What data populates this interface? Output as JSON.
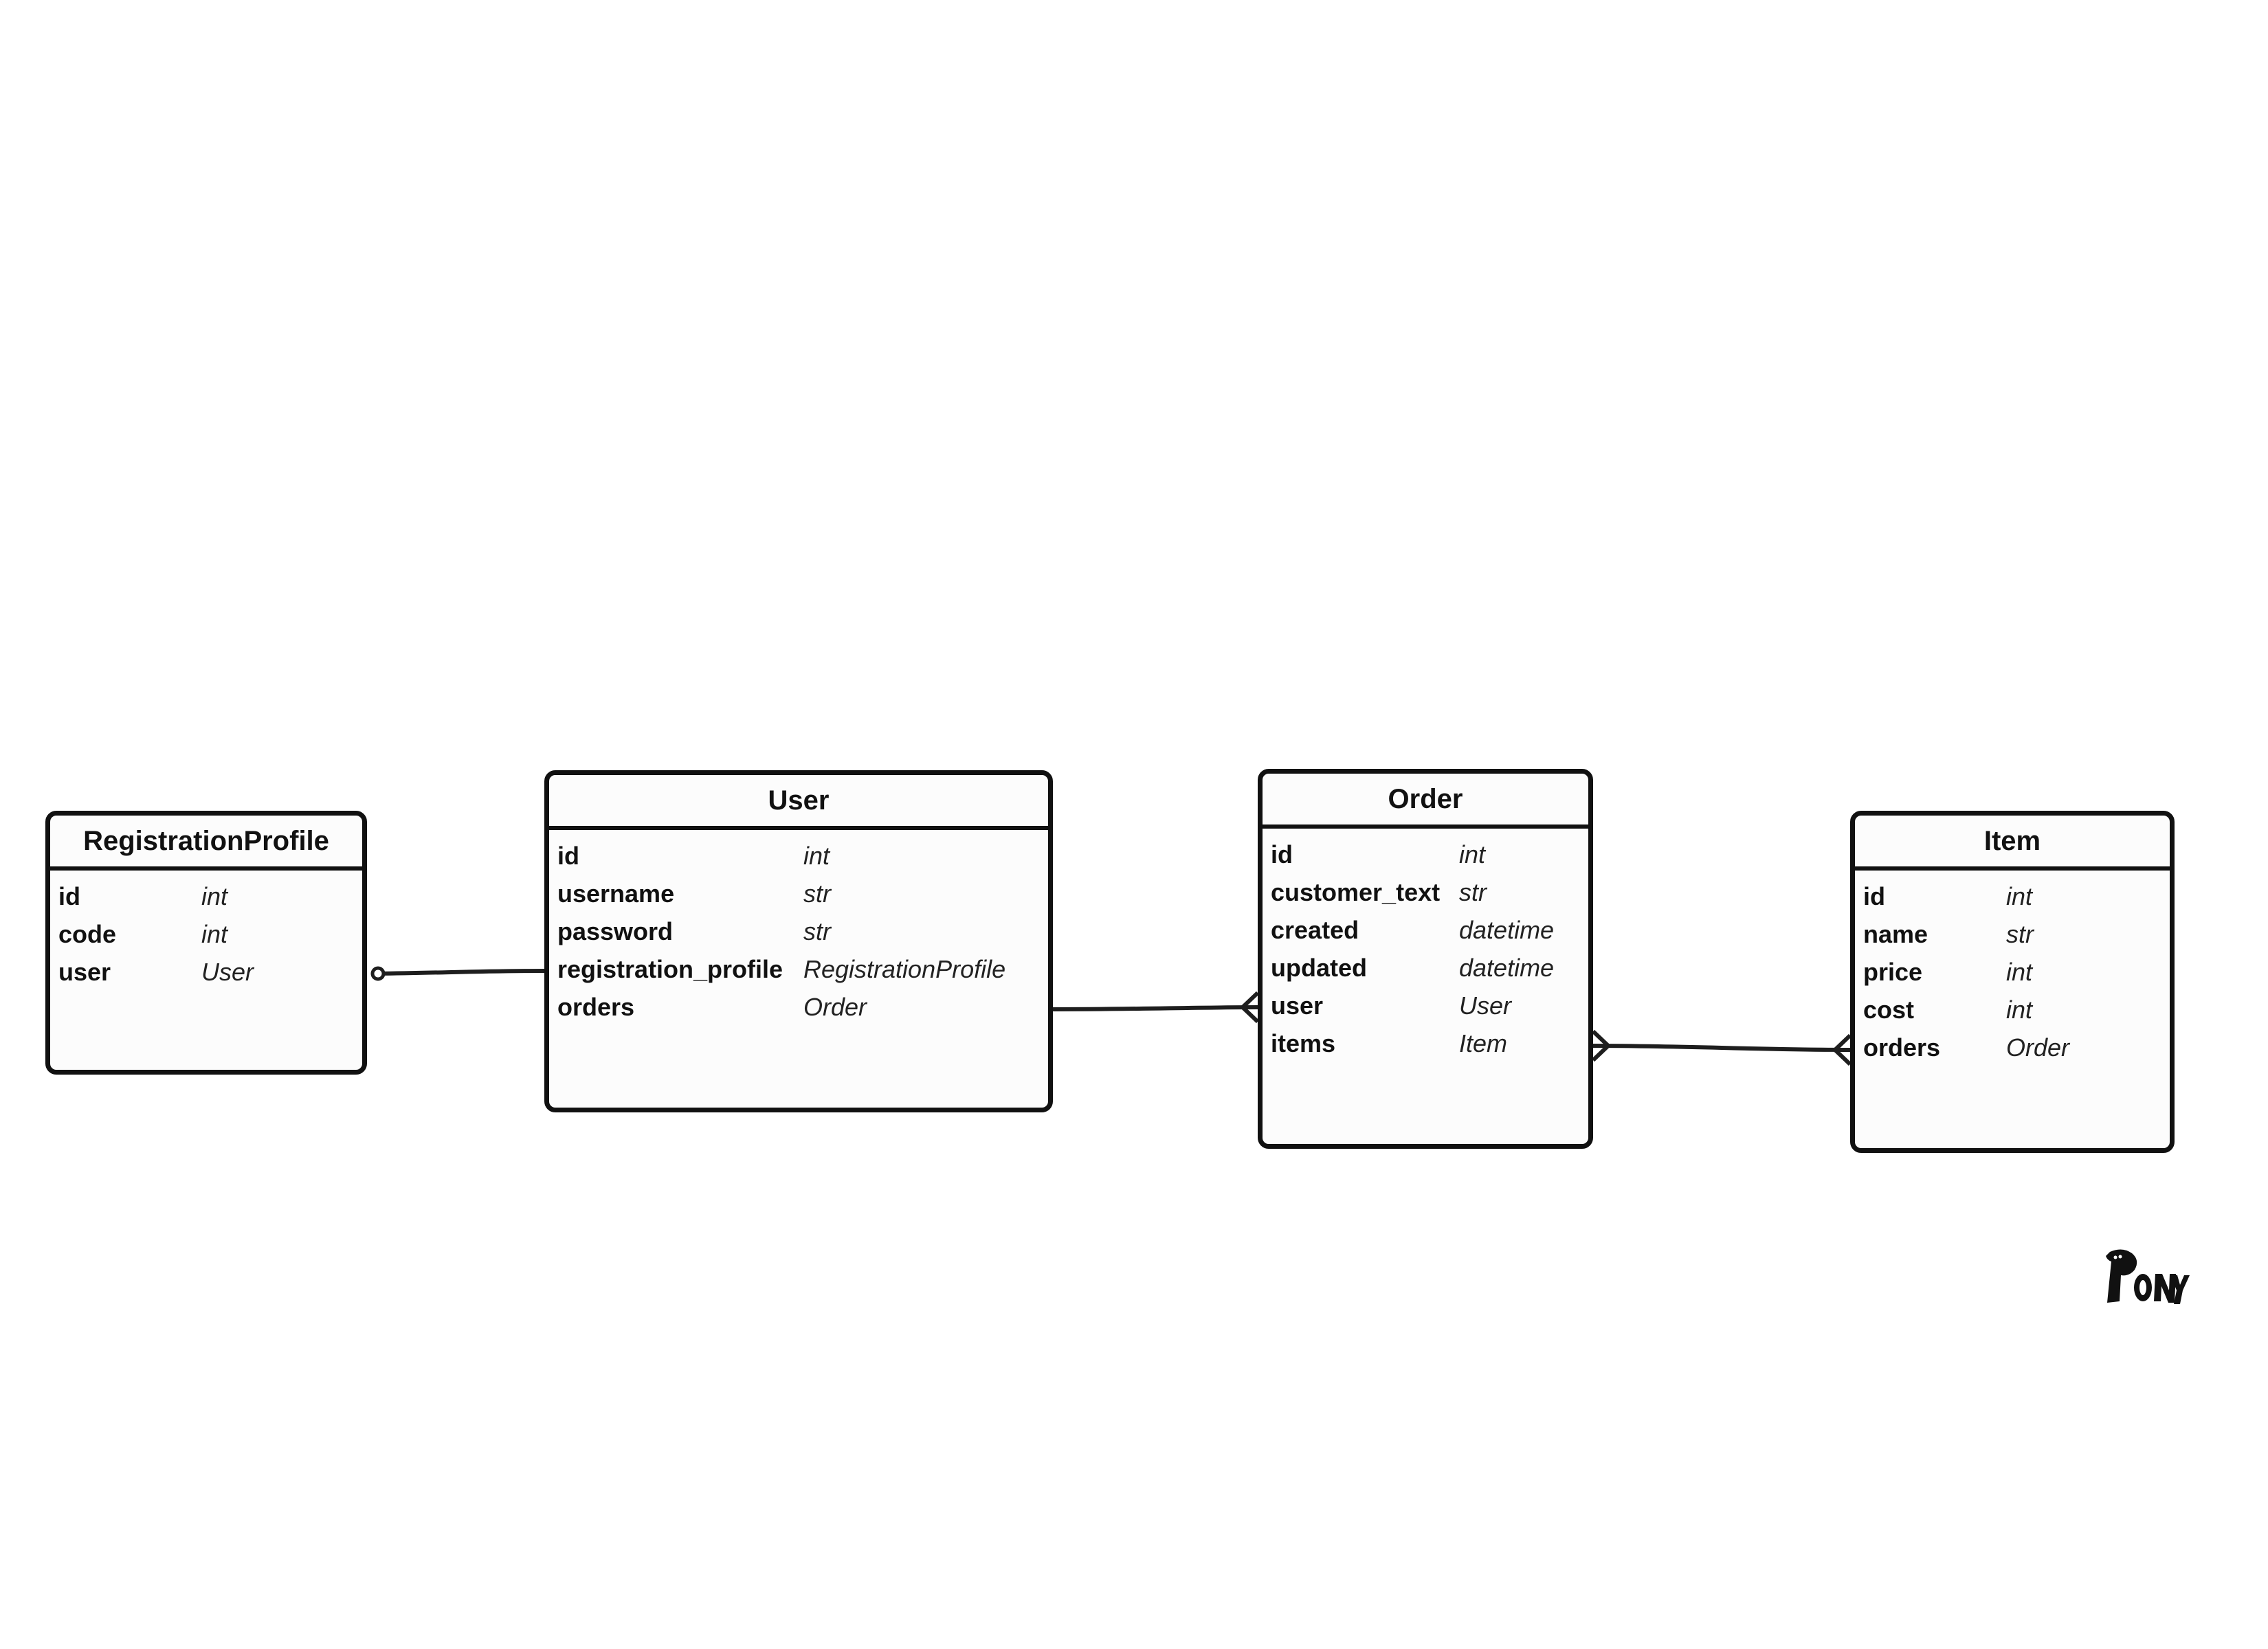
{
  "entities": {
    "registration_profile": {
      "name": "RegistrationProfile",
      "attributes": [
        {
          "name": "id",
          "type": "int"
        },
        {
          "name": "code",
          "type": "int"
        },
        {
          "name": "user",
          "type": "User"
        }
      ]
    },
    "user": {
      "name": "User",
      "attributes": [
        {
          "name": "id",
          "type": "int"
        },
        {
          "name": "username",
          "type": "str"
        },
        {
          "name": "password",
          "type": "str"
        },
        {
          "name": "registration_profile",
          "type": "RegistrationProfile"
        },
        {
          "name": "orders",
          "type": "Order"
        }
      ]
    },
    "order": {
      "name": "Order",
      "attributes": [
        {
          "name": "id",
          "type": "int"
        },
        {
          "name": "customer_text",
          "type": "str"
        },
        {
          "name": "created",
          "type": "datetime"
        },
        {
          "name": "updated",
          "type": "datetime"
        },
        {
          "name": "user",
          "type": "User"
        },
        {
          "name": "items",
          "type": "Item"
        }
      ]
    },
    "item": {
      "name": "Item",
      "attributes": [
        {
          "name": "id",
          "type": "int"
        },
        {
          "name": "name",
          "type": "str"
        },
        {
          "name": "price",
          "type": "int"
        },
        {
          "name": "cost",
          "type": "int"
        },
        {
          "name": "orders",
          "type": "Order"
        }
      ]
    }
  },
  "relationships": [
    {
      "from": "RegistrationProfile.user",
      "to": "User.registration_profile",
      "from_end": "optional-one",
      "to_end": "one"
    },
    {
      "from": "User.orders",
      "to": "Order.user",
      "from_end": "one",
      "to_end": "many"
    },
    {
      "from": "Order.items",
      "to": "Item.orders",
      "from_end": "many",
      "to_end": "many"
    }
  ],
  "logo": {
    "text": "PONY"
  },
  "colors": {
    "stroke": "#111111",
    "background": "#ffffff",
    "entity_fill": "#fcfcfc"
  }
}
